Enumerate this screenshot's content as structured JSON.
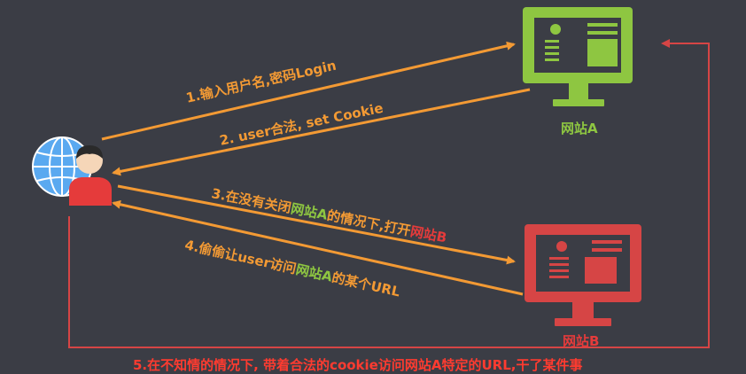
{
  "sites": {
    "a": {
      "label": "网站A"
    },
    "b": {
      "label": "网站B"
    }
  },
  "steps": {
    "s1": "1.输入用户名,密码Login",
    "s2": "2. user合法, set Cookie",
    "s3": {
      "p1": "3.在没有关闭",
      "p2": "网站A",
      "p3": "的情况下,打开",
      "p4": "网站B"
    },
    "s4": {
      "p1": "4.偷偷让user访问",
      "p2": "网站A",
      "p3": "的某个URL"
    },
    "s5": "5.在不知情的情况下, 带着合法的cookie访问网站A特定的URL,干了某件事"
  },
  "colors": {
    "background": "#3b3d45",
    "site_a": "#8ec641",
    "site_b": "#d64545",
    "arrow_orange": "#f39a34",
    "step5_red": "#ff3b30"
  },
  "icons": [
    "user-globe-icon",
    "monitor-icon"
  ]
}
